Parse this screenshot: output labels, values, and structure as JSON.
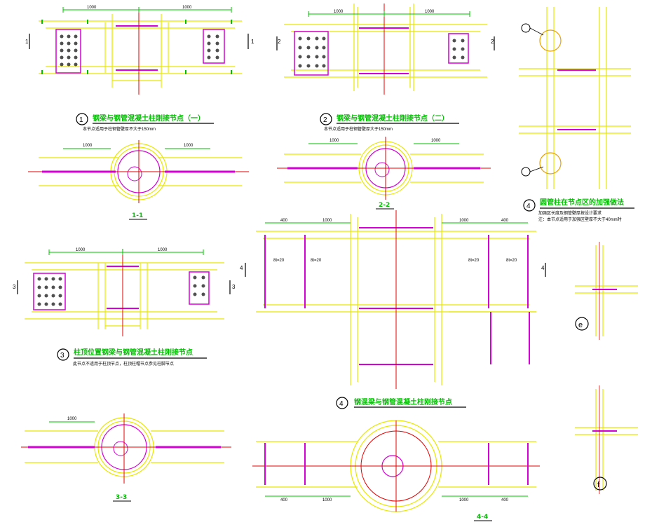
{
  "colors": {
    "background": "#ffffff",
    "steel": "#e8e800",
    "plate": "#d400d4",
    "axis": "#e60000",
    "dim": "#00c000",
    "text": "#000000",
    "title": "#00c000"
  },
  "details": {
    "d1": {
      "num": "1",
      "title": "钢梁与钢管混凝土柱刚接节点（一）",
      "note": "本节点适用于柱钢管壁厚不大于150mm",
      "dim_left": "1000",
      "dim_right": "1000",
      "section_mark": "1"
    },
    "d2": {
      "num": "2",
      "title": "钢梁与钢管混凝土柱刚接节点（二）",
      "note": "本节点适用于柱钢管壁厚大于150mm",
      "dim_left": "1000",
      "dim_right": "1000",
      "section_mark": "2"
    },
    "d3": {
      "num": "3",
      "title": "柱顶位置钢梁与钢管混凝土柱刚接节点",
      "note": "此节点不适用于柱顶节点，柱顶柱帽节点参见柱脚节点",
      "dim_left": "1000",
      "dim_right": "1000",
      "section_mark": "3"
    },
    "d4": {
      "num": "4",
      "title": "圆管柱在节点区的加强做法",
      "note1": "加强区长度及钢管壁厚按设计要求",
      "note2": "注：本节点适用于加强区壁厚不大于40mm时"
    },
    "d5": {
      "num": "4",
      "title": "钢混梁与钢管混凝土柱刚接节点",
      "dim_a": "400",
      "dim_b": "1000",
      "section_mark": "4",
      "stiffener_label": "8t=20"
    },
    "sec_labels": {
      "s11": "1-1",
      "s22": "2-2",
      "s33": "3-3",
      "s44": "4-4"
    },
    "markers": {
      "e": "e",
      "f": "f"
    },
    "dims_small": {
      "d1000": "1000",
      "d400": "400"
    }
  }
}
